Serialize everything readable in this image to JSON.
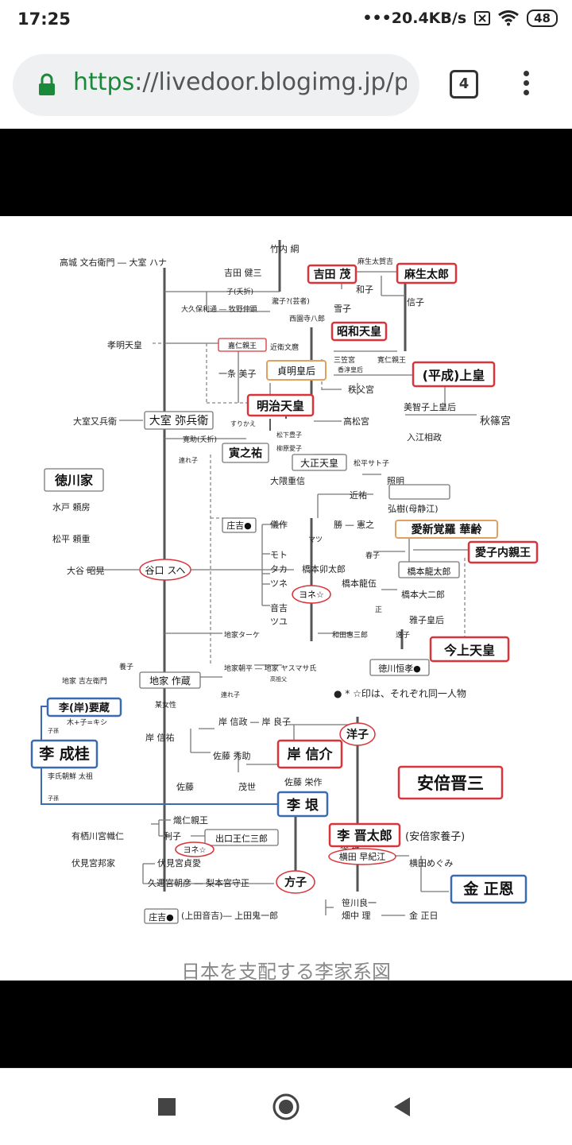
{
  "status": {
    "time": "17:25",
    "speed": "•••20.4KB/s",
    "battery": "48"
  },
  "browser": {
    "url_scheme": "https",
    "url_rest": "://livedoor.blogimg.jp/pi",
    "tab_count": "4"
  },
  "image_caption": "日本を支配する李家系図",
  "tree": {
    "highlight_red": [
      "吉田 茂",
      "麻生太郎",
      "昭和天皇",
      "(平成)上皇",
      "明治天皇",
      "今上天皇",
      "愛子内親王",
      "岸 信介",
      "安倍晋三",
      "李 晋太郎",
      "李 垠"
    ],
    "highlight_blue": [
      "李 成桂",
      "金 正恩",
      "李(岸)要蔵"
    ],
    "highlight_orange": [
      "愛新覚羅 華齢",
      "貞明皇后"
    ],
    "circled": [
      "洋子",
      "方子",
      "谷口 スヘ",
      "ヨネ☆",
      "ヨネ☆ ",
      "横田 早紀江"
    ],
    "boxed": [
      "大室 弥兵衛",
      "寅之祐",
      "庄吉●",
      "地家 作蔵",
      "徳川恒孝●",
      "徳川家",
      "大正天皇",
      "嘉仁親王",
      "出口王仁三郎",
      "庄吉●",
      "橋本龍太郎"
    ],
    "legend": "● * ☆印は、それぞれ同一人物",
    "labels": {
      "l1": "竹内 綱",
      "l2": "吉田 健三",
      "l3": "麻生太賀吉",
      "l4": "高城 文右衛門 ― 大室 ハナ",
      "l5": "子(夭折)",
      "l6": "和子",
      "l7": "瀧子?(芸者)",
      "l8": "雪子",
      "l9": "信子",
      "l10": "大久保利通 ― 牧野伸顕",
      "l11": "西園寺八郎",
      "l12": "孝明天皇",
      "l13": "近衛文麿",
      "l14": "三笠宮",
      "l15": "寛仁親王",
      "l16": "香淳皇后",
      "l17": "一条 美子",
      "l18": "秩父宮",
      "l19": "美智子上皇后",
      "l20": "秋篠宮",
      "l21": "大室又兵衛",
      "l22": "すりかえ",
      "l23": "高松宮",
      "l24": "入江相政",
      "l25": "寛助(夭折)",
      "l26": "松下豊子",
      "l27": "柳原愛子",
      "l28": "連れ子",
      "l29": "松平サト子",
      "l30": "大隈重信",
      "l31": "照明",
      "l32": "近祐",
      "l33": "弘樹(母静江)",
      "l34": "水戸 頼房",
      "l35": "松平 頼重",
      "l36": "儀作",
      "l37": "勝 ― 憲之",
      "l38": "マツ",
      "l39": "大谷 昭晃",
      "l40": "モト",
      "l41": "春子",
      "l42": "タカ",
      "l43": "橋本卯太郎",
      "l44": "ツネ",
      "l45": "橋本龍伍",
      "l46": "橋本大二郎",
      "l47": "音吉",
      "l48": "ツユ",
      "l49": "正",
      "l50": "雅子皇后",
      "l51": "地家ターケ",
      "l52": "和田惠三郎",
      "l53": "逸子",
      "l54": "養子",
      "l55": "地家 吉左衛門",
      "l56": "地家朝平 ― 地家 ヤスマサ氏",
      "l57": "高祖父",
      "l58": "某女性",
      "l59": "連れ子",
      "l60": "木+子=キシ",
      "l61": "子孫",
      "l62": "岸 信祐",
      "l63": "岸 信政 ― 岸 良子",
      "l64": "佐藤 秀助",
      "l65": "李氏朝鮮 太祖",
      "l66": "佐藤",
      "l67": "茂世",
      "l68": "佐藤 栄作",
      "l69": "子孫",
      "l70": "熾仁親王",
      "l71": "有栖川宮幟仁",
      "l72": "利子",
      "l73": "(安倍家養子)",
      "l74": "李 玖",
      "l75": "伏見宮邦家",
      "l76": "伏見宮貞愛",
      "l77": "横田めぐみ",
      "l78": "久邇宮朝彦 ― 梨本宮守正",
      "l79": "(上田音吉)― 上田鬼一郎",
      "l80": "笹川良一",
      "l81": "畑中 理",
      "l82": "金 正日"
    }
  }
}
